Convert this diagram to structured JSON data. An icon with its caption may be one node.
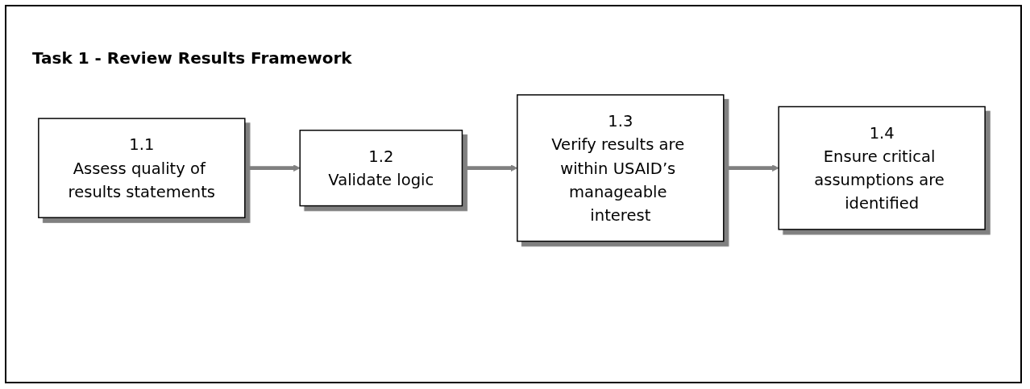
{
  "diagram": {
    "title": "Task 1 - Review Results Framework",
    "nodes": [
      {
        "text": [
          "1.1",
          "Assess quality of results statements"
        ]
      },
      {
        "text": [
          "1.2",
          "Validate logic"
        ]
      },
      {
        "text": [
          "1.3",
          "Verify results are within USAID’s manageable interest"
        ]
      },
      {
        "text": [
          "1.4",
          "Ensure critical assumptions are identified"
        ]
      }
    ],
    "edges": [
      {
        "from": 0,
        "to": 1,
        "arrow": "to"
      },
      {
        "from": 1,
        "to": 2,
        "arrow": "to"
      },
      {
        "from": 2,
        "to": 3,
        "arrow": "to"
      }
    ]
  }
}
